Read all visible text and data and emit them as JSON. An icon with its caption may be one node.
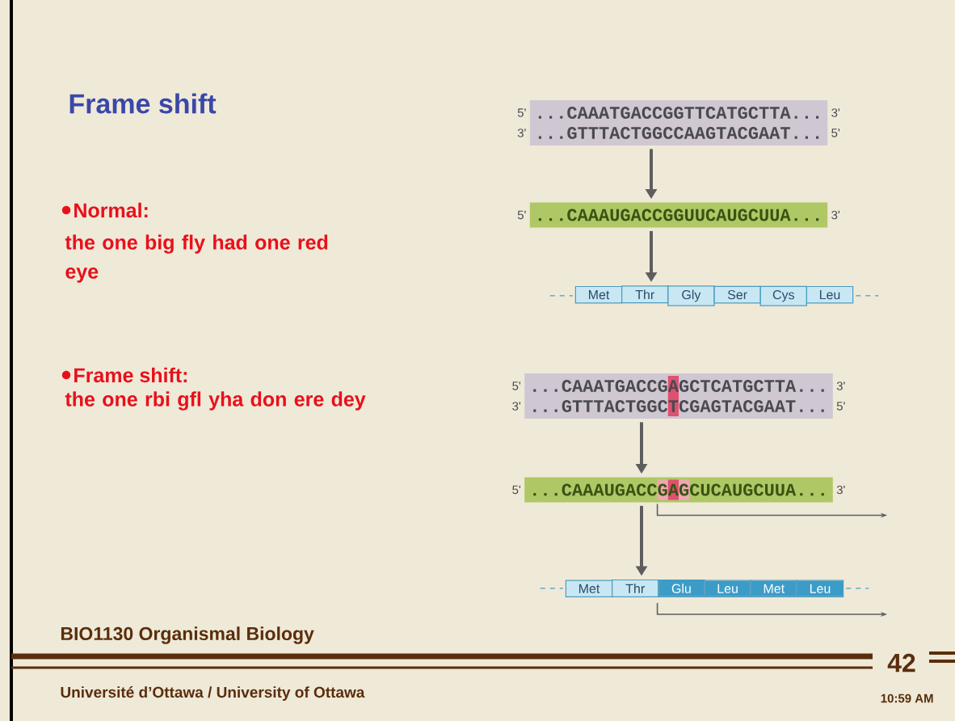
{
  "diagram": {
    "title": "Frame shift",
    "nodes": [
      {
        "text": [
          "...CAAATGACCGGTTCATGCTTA...",
          "...GTTTACTGGCCAAGTACGAAT..."
        ],
        "beside": [
          "5'",
          "3'",
          "3'",
          "5'"
        ]
      },
      {
        "text": [
          "...CAAAUGACCGGUUCAUGCUUA..."
        ],
        "beside": [
          "5'",
          "3'"
        ]
      },
      {
        "text": [
          "Met",
          "Thr",
          "Gly",
          "Ser",
          "Cys",
          "Leu"
        ]
      },
      {
        "text": [
          "...CAAATGACCGAGCTCATGCTTA...",
          "...GTTTACTGGCTCGAGTACGAAT..."
        ],
        "beside": [
          "5'",
          "3'",
          "3'",
          "5'"
        ]
      },
      {
        "text": [
          "...CAAAUGACCGAGCUCAUGCUUA..."
        ],
        "beside": [
          "5'",
          "3'"
        ]
      },
      {
        "text": [
          "Met",
          "Thr",
          "Glu",
          "Leu",
          "Met",
          "Leu"
        ]
      }
    ],
    "edges": [
      {
        "from": 0,
        "to": 1,
        "arrow": "to"
      },
      {
        "from": 1,
        "to": 2,
        "arrow": "to"
      },
      {
        "from": 3,
        "to": 4,
        "arrow": "to"
      },
      {
        "from": 4,
        "to": 5,
        "arrow": "to"
      }
    ],
    "labels": [
      "Normal:",
      "the one big fly had one red eye",
      "Frame shift:",
      "the one rbi gfl yha don ere dey",
      "BIO1130 Organismal Biology",
      "42",
      "Université d’Ottawa / University of Ottawa",
      "10:59 AM"
    ]
  }
}
